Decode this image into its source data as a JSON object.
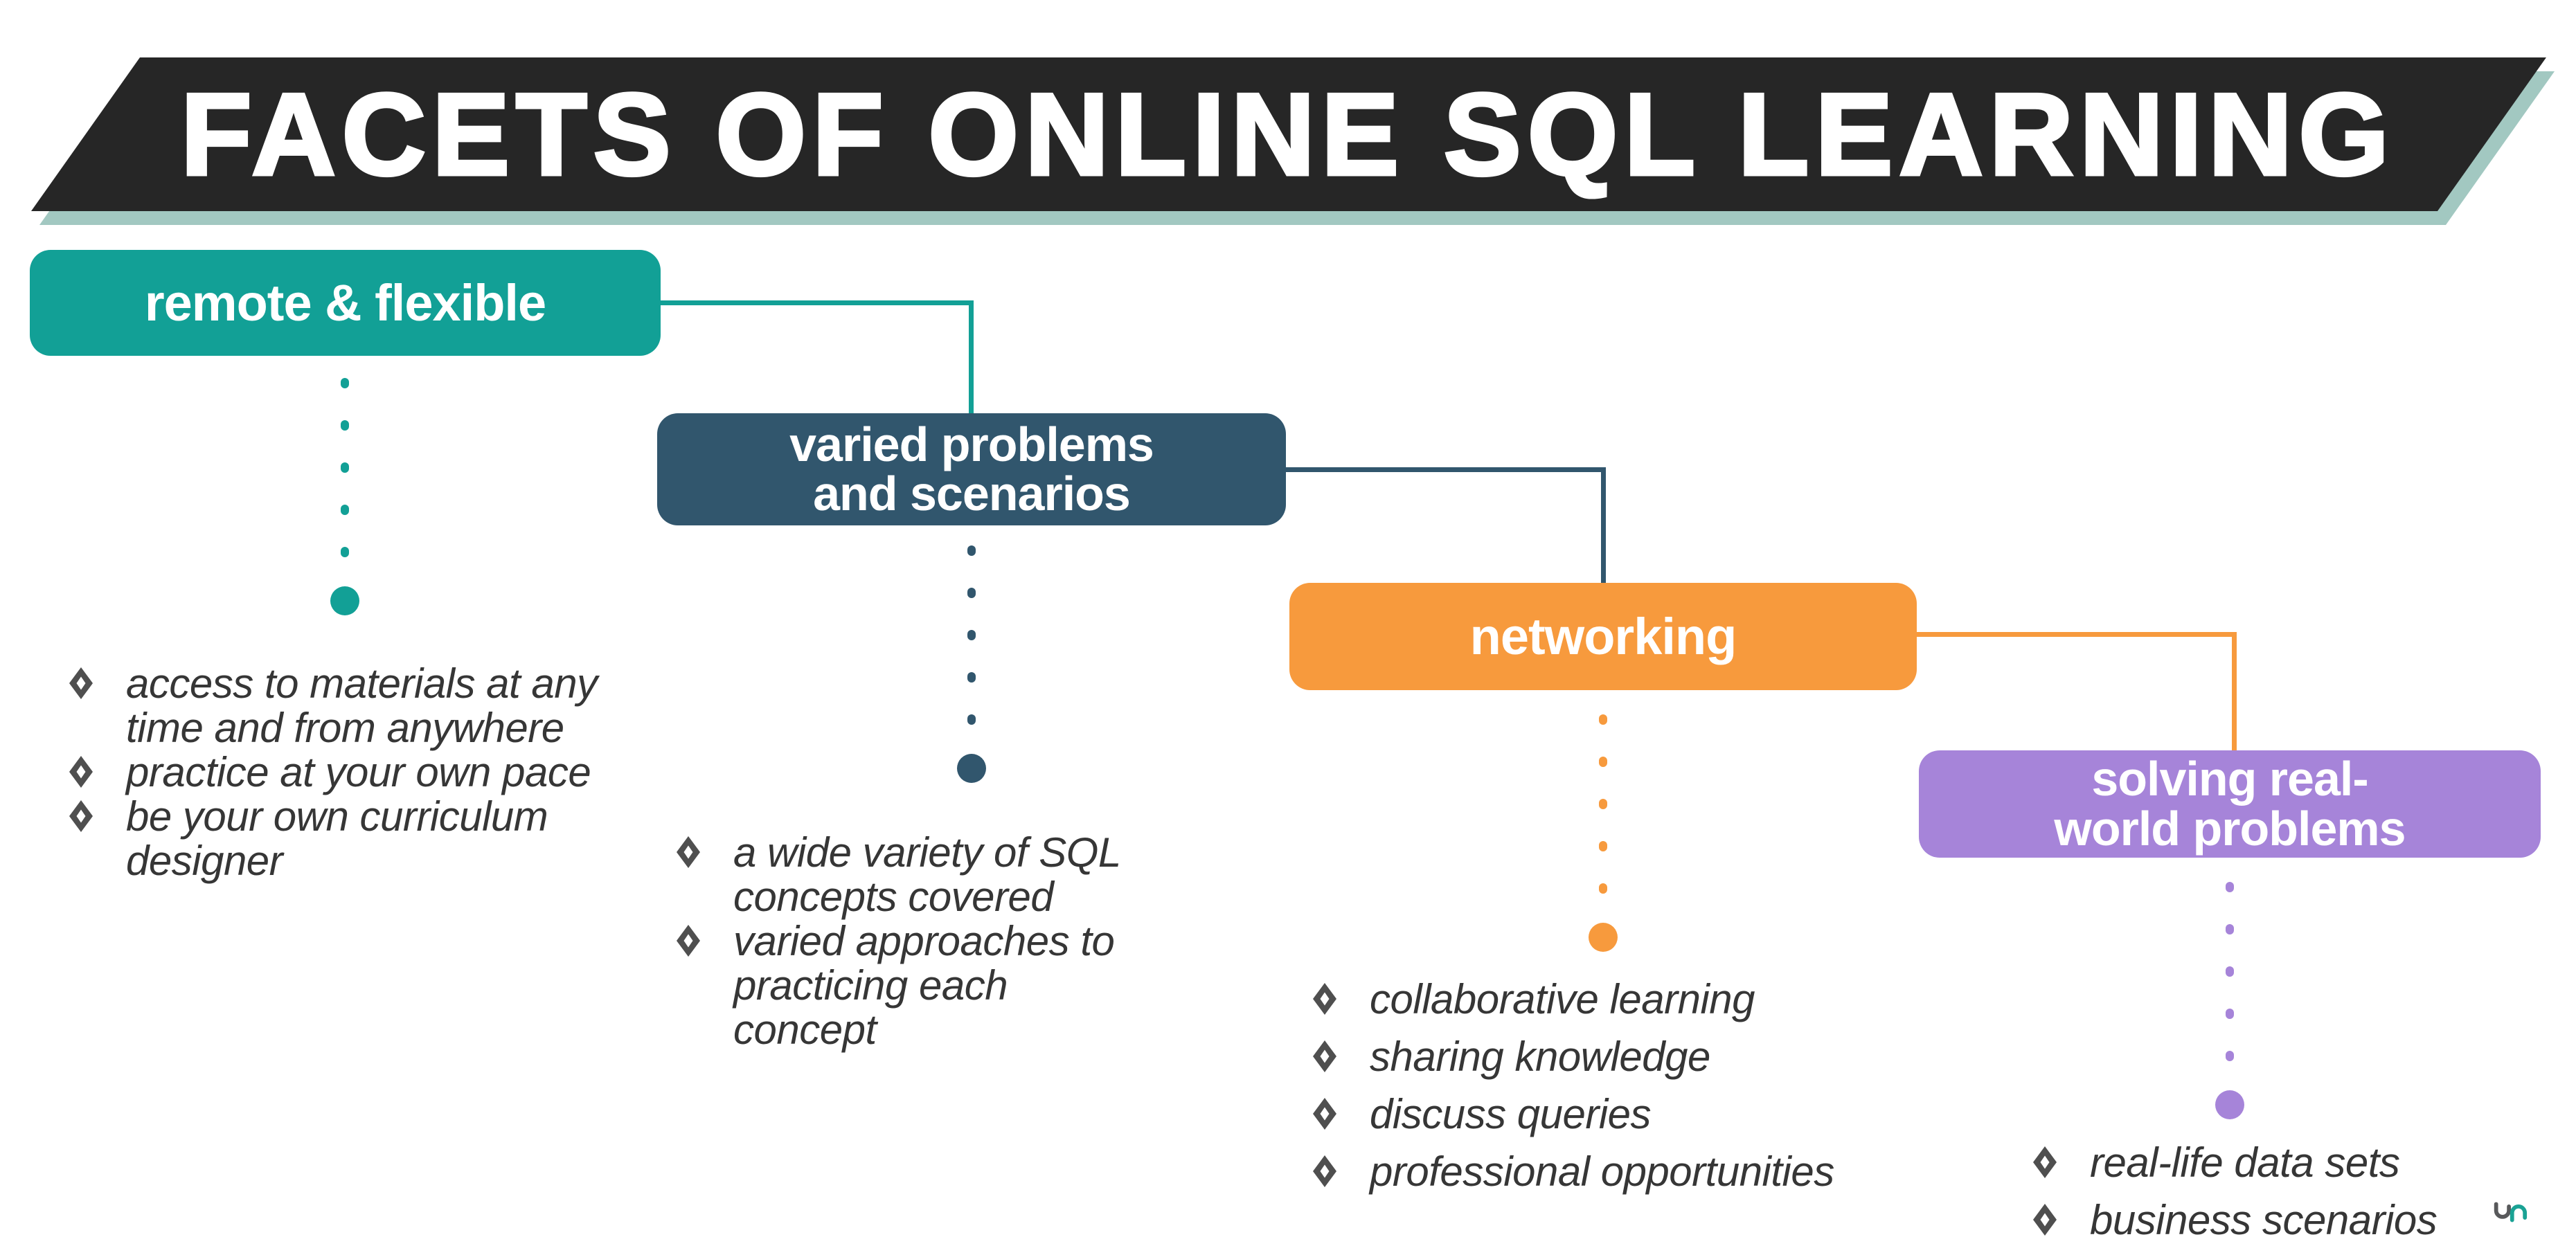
{
  "title": "FACETS OF ONLINE SQL LEARNING",
  "colors": {
    "banner": "#262626",
    "banner_shadow": "#a2c8c1",
    "teal": "#12a096",
    "dark_blue": "#31566d",
    "orange": "#f79a3d",
    "purple": "#a684d9",
    "bullet_text": "#363636",
    "bullet_diamond": "#4f4f4f",
    "logo_gray": "#58595b",
    "logo_teal": "#1aa294"
  },
  "facets": [
    {
      "id": "remote-flexible",
      "label_lines": [
        "remote & flexible"
      ],
      "color": "#12a096",
      "bullets": [
        "access to materials at any time and from anywhere",
        "practice at your own pace",
        "be your own curriculum designer"
      ]
    },
    {
      "id": "varied-problems",
      "label_lines": [
        "varied problems",
        "and scenarios"
      ],
      "color": "#31566d",
      "bullets": [
        "a wide variety of SQL concepts covered",
        "varied approaches to practicing each concept"
      ]
    },
    {
      "id": "networking",
      "label_lines": [
        "networking"
      ],
      "color": "#f79a3d",
      "bullets": [
        "collaborative learning",
        "sharing knowledge",
        "discuss queries",
        "professional opportunities"
      ]
    },
    {
      "id": "solving-real-world",
      "label_lines": [
        "solving real-",
        "world problems"
      ],
      "color": "#a684d9",
      "bullets": [
        "real-life data sets",
        "business scenarios"
      ]
    }
  ],
  "logo": {
    "icon": "wave-logo"
  }
}
